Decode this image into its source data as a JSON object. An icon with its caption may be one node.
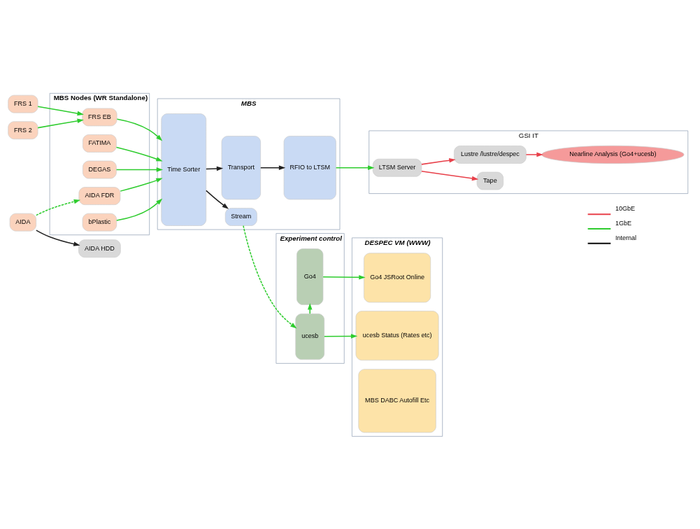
{
  "diagram": {
    "nodes": [
      {
        "text": [
          "MBS Nodes (WR Standalone)"
        ]
      },
      {
        "text": [
          "MBS"
        ]
      },
      {
        "text": [
          "Experiment control"
        ]
      },
      {
        "text": [
          "DESPEC VM (WWW)"
        ]
      },
      {
        "text": [
          "GSI IT"
        ]
      },
      {
        "text": [
          "AIDA"
        ]
      },
      {
        "text": [
          "AIDA HDD"
        ]
      },
      {
        "text": [
          "FRS 1"
        ]
      },
      {
        "text": [
          "FRS 2"
        ]
      },
      {
        "text": [
          "AIDA FDR"
        ],
        "in": 0
      },
      {
        "text": [
          "FATIMA"
        ],
        "in": 0
      },
      {
        "text": [
          "DEGAS"
        ],
        "in": 0
      },
      {
        "text": [
          "FRS EB"
        ],
        "in": 0
      },
      {
        "text": [
          "bPlastic"
        ],
        "in": 0
      },
      {
        "text": [
          "Time Sorter"
        ],
        "in": 1
      },
      {
        "text": [
          "Stream"
        ],
        "in": 1
      },
      {
        "text": [
          "Transport"
        ],
        "in": 1
      },
      {
        "text": [
          "RFIO to LTSM"
        ],
        "in": 1
      },
      {
        "text": [
          "ucesb"
        ],
        "in": 2
      },
      {
        "text": [
          "Go4"
        ],
        "in": 2
      },
      {
        "text": [
          "ucesb Status (Rates etc)"
        ],
        "in": 3
      },
      {
        "text": [
          "Go4 JSRoot Online"
        ],
        "in": 3
      },
      {
        "text": [
          "MBS DABC Autofill Etc"
        ],
        "in": 3
      },
      {
        "text": [
          "Nearline Analysis (Go4+ucesb)"
        ],
        "in": 4
      },
      {
        "text": [
          "LTSM Server"
        ],
        "in": 4
      },
      {
        "text": [
          "Lustre /lustre/despec"
        ],
        "in": 4
      },
      {
        "text": [
          "Tape"
        ],
        "in": 4
      }
    ],
    "edges": [
      {
        "from": 5,
        "to": 9,
        "arrow": "to",
        "style": "dashed"
      },
      {
        "from": 5,
        "to": 6,
        "arrow": "to",
        "color": "#222222"
      },
      {
        "from": 7,
        "to": 12,
        "arrow": "to"
      },
      {
        "from": 8,
        "to": 12,
        "arrow": "to"
      },
      {
        "from": 9,
        "to": 14,
        "arrow": "to"
      },
      {
        "from": 10,
        "to": 14,
        "arrow": "to"
      },
      {
        "from": 11,
        "to": 14,
        "arrow": "to"
      },
      {
        "from": 12,
        "to": 14,
        "arrow": "to"
      },
      {
        "from": 13,
        "to": 14,
        "arrow": "to"
      },
      {
        "from": 14,
        "to": 15,
        "arrow": "to",
        "color": "#222222"
      },
      {
        "from": 14,
        "to": 16,
        "arrow": "to",
        "color": "#222222"
      },
      {
        "from": 16,
        "to": 17,
        "arrow": "to",
        "color": "#222222"
      },
      {
        "from": 15,
        "to": 18,
        "arrow": "to",
        "style": "dashed"
      },
      {
        "from": 18,
        "to": 20,
        "arrow": "to"
      },
      {
        "from": 18,
        "to": 19,
        "arrow": "to"
      },
      {
        "from": 19,
        "to": 21,
        "arrow": "to"
      },
      {
        "from": 17,
        "to": 24,
        "arrow": "to"
      },
      {
        "from": 24,
        "to": 25,
        "arrow": "to",
        "color": "#e8404a"
      },
      {
        "from": 24,
        "to": 26,
        "arrow": "to",
        "color": "#e8404a"
      },
      {
        "from": 25,
        "to": 23,
        "arrow": "to",
        "color": "#e8404a"
      }
    ],
    "legend": [
      {
        "text": "10GbE"
      },
      {
        "text": "1GbE"
      },
      {
        "text": "Internal"
      }
    ]
  }
}
